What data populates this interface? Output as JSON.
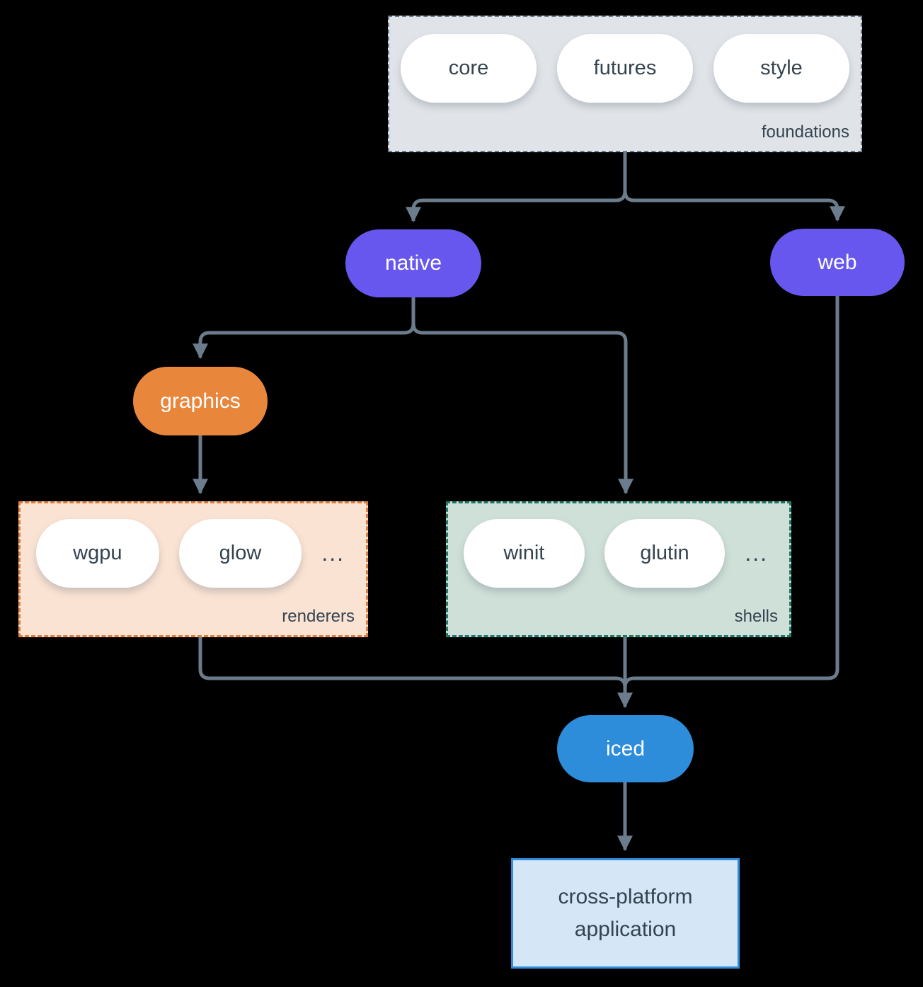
{
  "colors": {
    "background": "#000000",
    "arrow": "#6b7c8c",
    "node_purple": "#6757ee",
    "node_orange": "#e8863c",
    "node_blue": "#2e8ddb",
    "text_slate": "#344350",
    "foundations_bg": "#e0e4e8",
    "foundations_border": "#6b7c8c",
    "renderers_bg": "#fae3d3",
    "renderers_border": "#e0803c",
    "shells_bg": "#cfe0d8",
    "shells_border": "#1f7a68",
    "application_bg": "#d5e6f7",
    "application_border": "#2e8ddb"
  },
  "groups": {
    "foundations": {
      "label": "foundations",
      "pills": [
        "core",
        "futures",
        "style"
      ]
    },
    "renderers": {
      "label": "renderers",
      "pills": [
        "wgpu",
        "glow"
      ],
      "more": "..."
    },
    "shells": {
      "label": "shells",
      "pills": [
        "winit",
        "glutin"
      ],
      "more": "..."
    }
  },
  "nodes": {
    "native": {
      "label": "native"
    },
    "web": {
      "label": "web"
    },
    "graphics": {
      "label": "graphics"
    },
    "iced": {
      "label": "iced"
    },
    "application": {
      "label_line1": "cross-platform",
      "label_line2": "application"
    }
  }
}
